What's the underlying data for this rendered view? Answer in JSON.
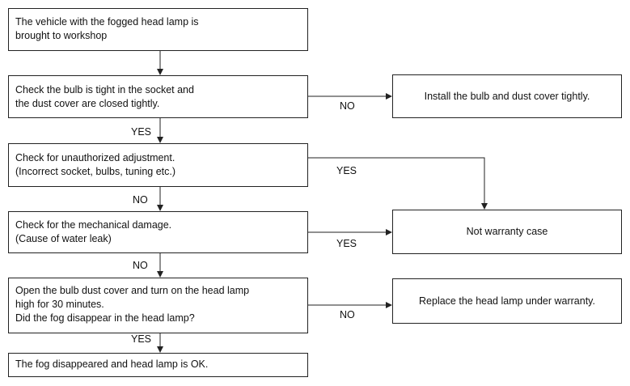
{
  "steps": {
    "start": [
      "The vehicle with the fogged head lamp is",
      "brought to workshop"
    ],
    "check_bulb": [
      "Check the bulb is tight in the socket and",
      "the dust cover are closed tightly."
    ],
    "check_adjust": [
      "Check for unauthorized adjustment.",
      "(Incorrect socket, bulbs, tuning etc.)"
    ],
    "check_damage": [
      "Check for the mechanical damage.",
      "(Cause of water leak)"
    ],
    "open_cover": [
      "Open the bulb dust cover and turn on the head lamp",
      "high for 30 minutes.",
      "Did the fog disappear in the head lamp?"
    ],
    "ok": [
      "The fog disappeared and head lamp is OK."
    ]
  },
  "outcomes": {
    "install": "Install the bulb and dust cover tightly.",
    "not_warranty": "Not warranty case",
    "replace": "Replace the head lamp under warranty."
  },
  "labels": {
    "yes1": "YES",
    "no1": "NO",
    "yes2": "YES",
    "no2": "NO",
    "yes3": "YES",
    "no3": "NO",
    "no4": "NO",
    "yes4": "YES"
  }
}
